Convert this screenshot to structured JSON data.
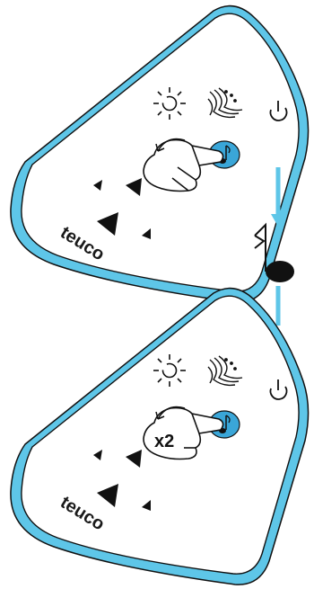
{
  "brand_top": "teuco",
  "brand_bottom": "teuco",
  "press_count_label": "x2",
  "colors": {
    "outline_blue": "#5ec6e8",
    "button_blue": "#3aa6d8",
    "panel_fill": "#ffffff",
    "ink": "#111111"
  },
  "icons": [
    "sun-icon",
    "jet-icon",
    "power-icon",
    "music-note-icon",
    "hand-icon",
    "arrow-icon"
  ]
}
